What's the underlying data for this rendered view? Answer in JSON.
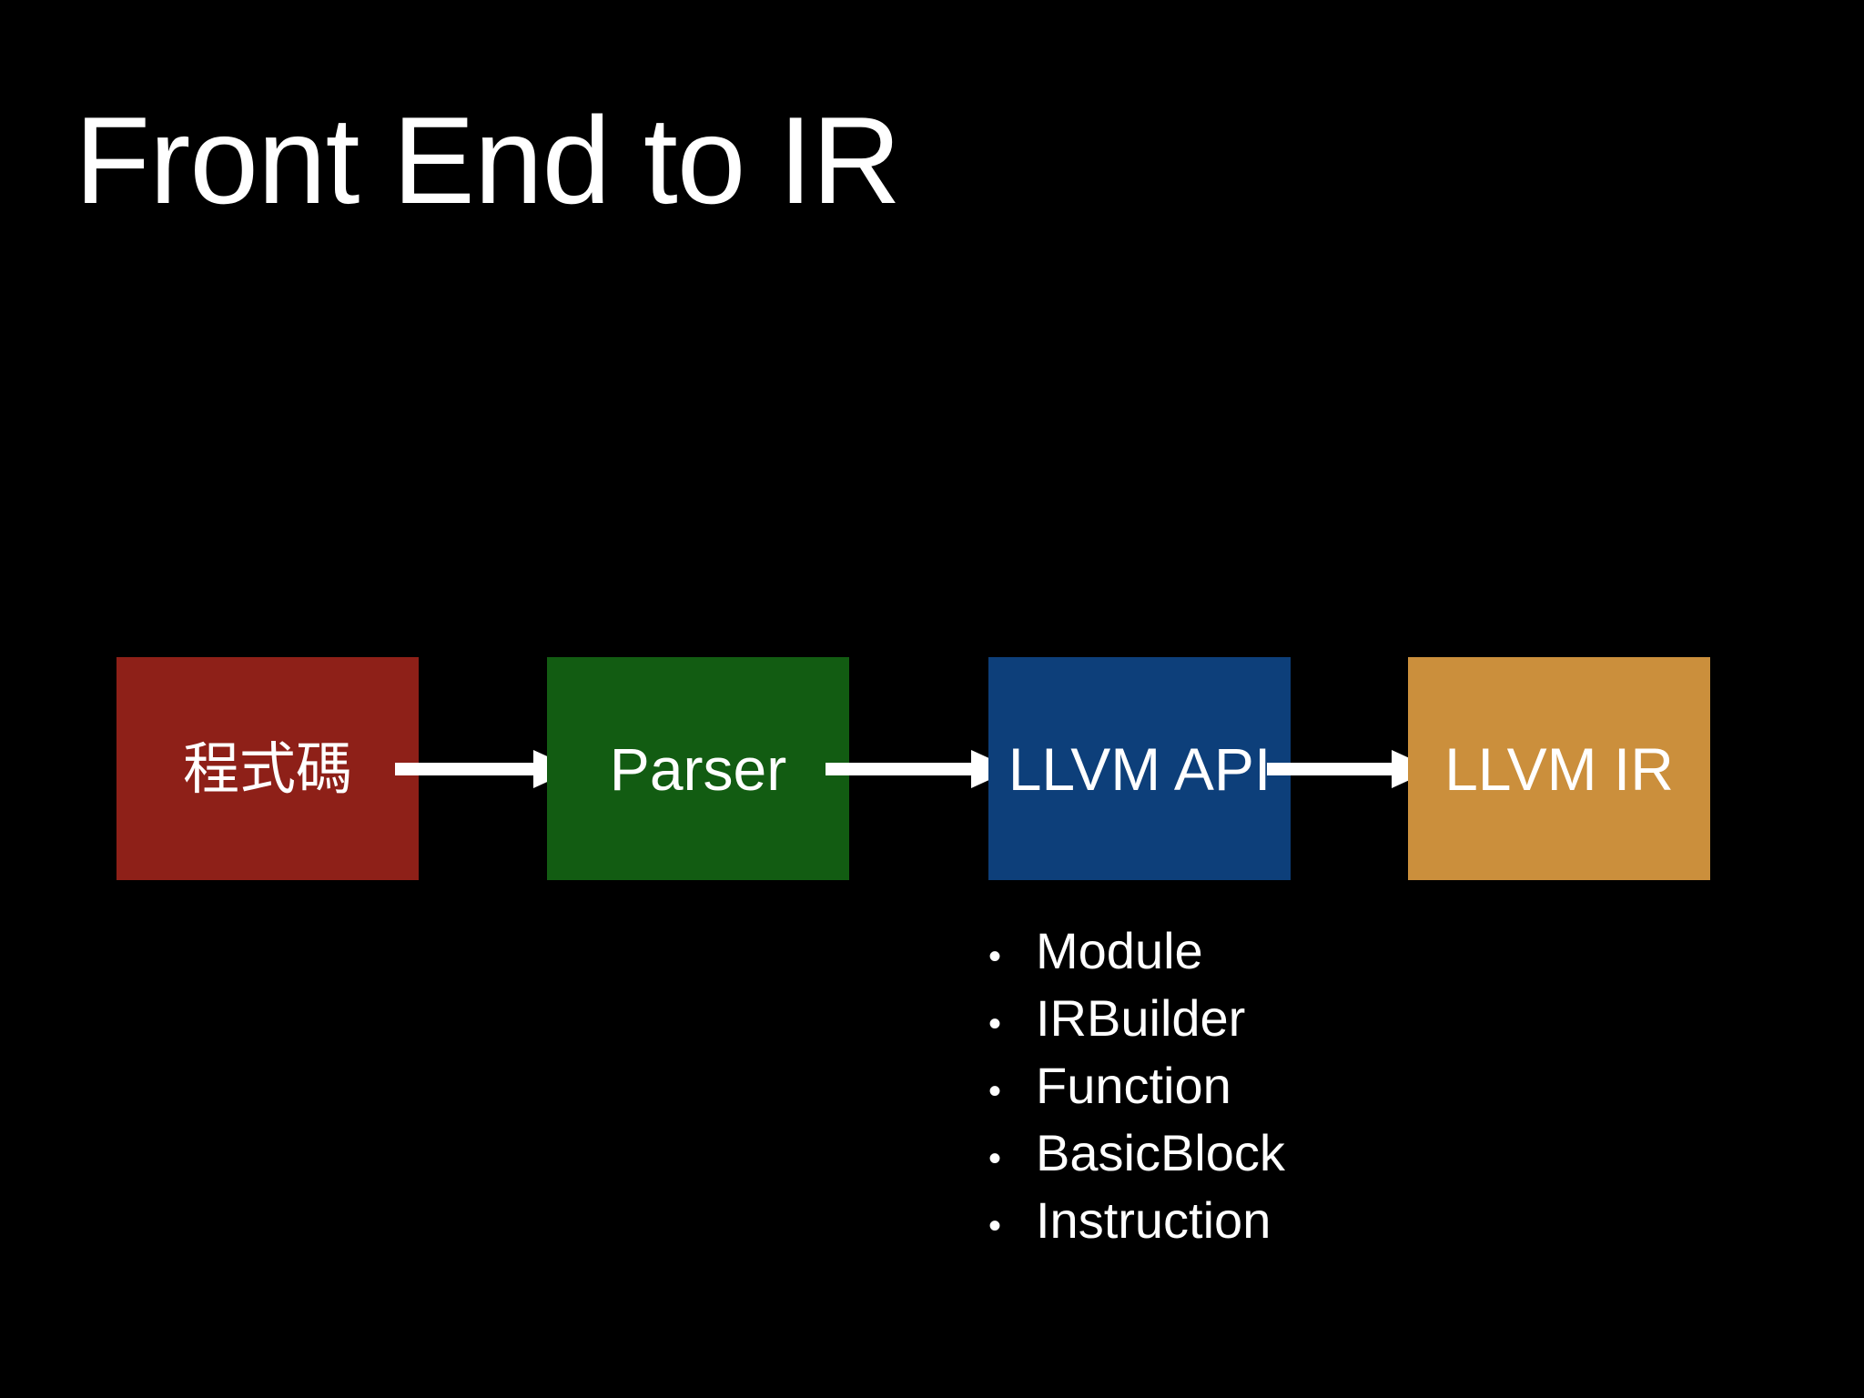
{
  "slide": {
    "background_color": "#000000",
    "title": "Front End to IR"
  },
  "diagram": {
    "type": "pipeline",
    "stages": [
      {
        "label": "程式碼",
        "color": "#8e2018",
        "name": "source-code"
      },
      {
        "label": "Parser",
        "color": "#125c12",
        "name": "parser"
      },
      {
        "label": "LLVM API",
        "color": "#0d3f7a",
        "name": "llvm-api"
      },
      {
        "label": "LLVM IR",
        "color": "#cb8f3c",
        "name": "llvm-ir"
      }
    ],
    "arrow_color": "#ffffff",
    "arrow_count": 3
  },
  "bullets": {
    "marker": "•",
    "items": [
      "Module",
      "IRBuilder",
      "Function",
      "BasicBlock",
      "Instruction"
    ]
  }
}
